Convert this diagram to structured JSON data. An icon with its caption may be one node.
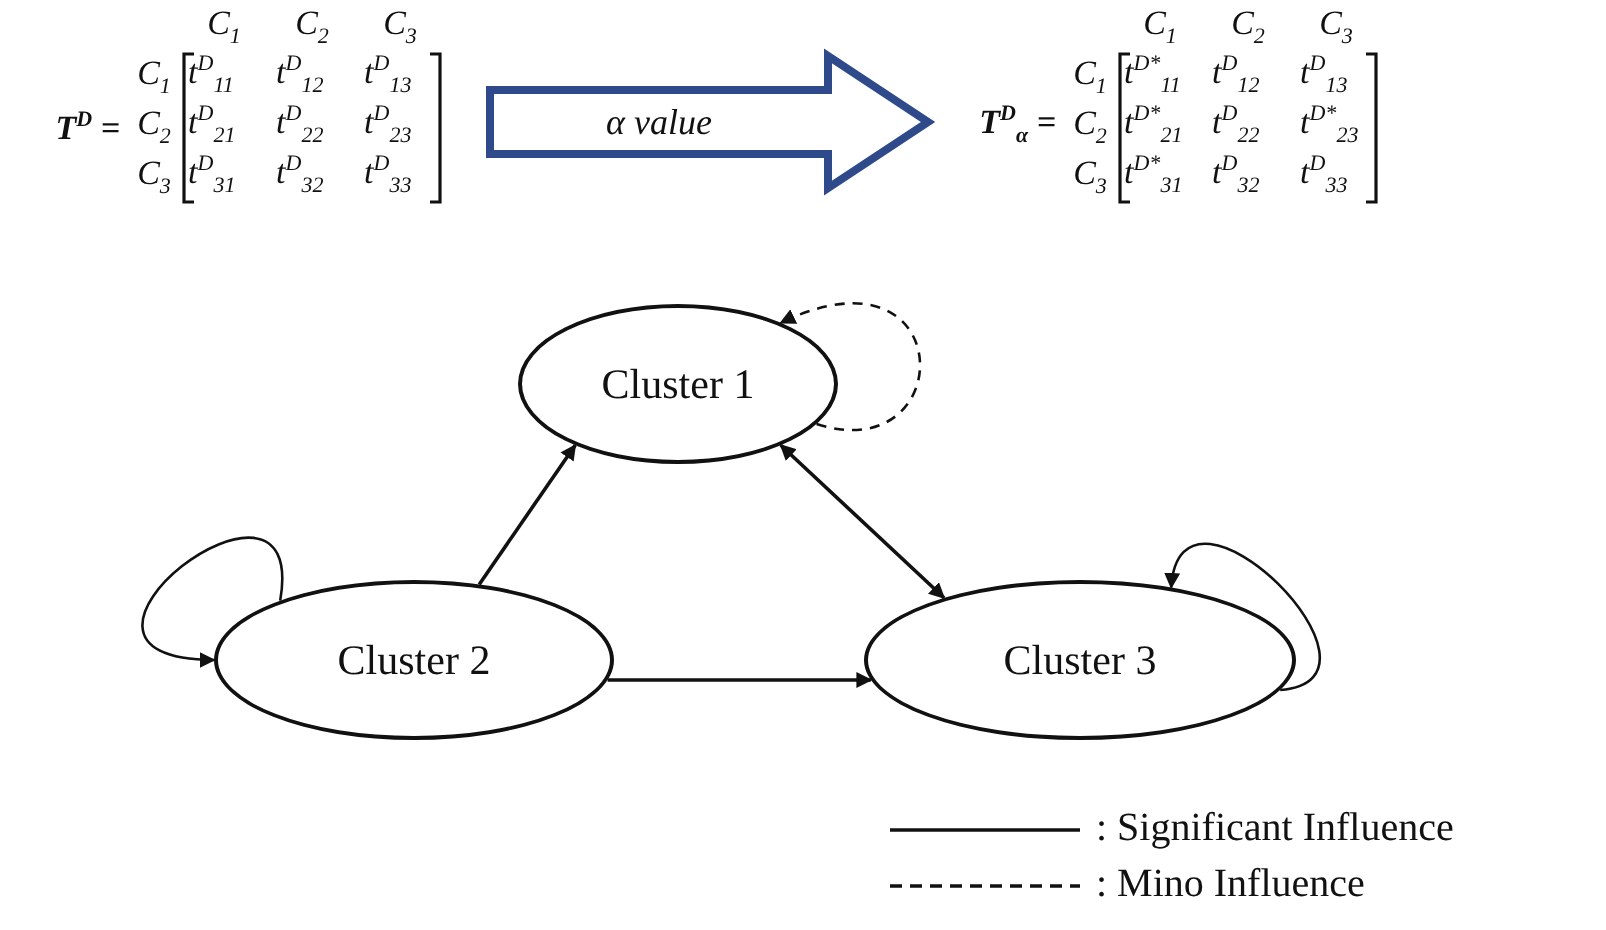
{
  "diagram": {
    "nodes": [
      {
        "text": [
          "T$^{D}$ =",
          "C$_{1}$",
          "C$_{2}$",
          "C$_{3}$",
          "C$_{1}$",
          "C$_{2}$",
          "C$_{3}$",
          "t$^{D}$$_{11}$",
          "t$^{D}$$_{12}$",
          "t$^{D}$$_{13}$",
          "t$^{D}$$_{21}$",
          "t$^{D}$$_{22}$",
          "t$^{D}$$_{23}$",
          "t$^{D}$$_{31}$",
          "t$^{D}$$_{32}$",
          "t$^{D}$$_{33}$"
        ]
      },
      {
        "text": [
          "T$^{D}$$_{α}$ =",
          "C$_{1}$",
          "C$_{2}$",
          "C$_{3}$",
          "C$_{1}$",
          "C$_{2}$",
          "C$_{3}$",
          "t$^{D*}$$_{11}$",
          "t$^{D}$$_{12}$",
          "t$^{D}$$_{13}$",
          "t$^{D*}$$_{21}$",
          "t$^{D}$$_{22}$",
          "t$^{D*}$$_{23}$",
          "t$^{D*}$$_{31}$",
          "t$^{D}$$_{32}$",
          "t$^{D}$$_{33}$"
        ]
      },
      {
        "text": [
          "Cluster 1"
        ]
      },
      {
        "text": [
          "Cluster 2"
        ]
      },
      {
        "text": [
          "Cluster 3"
        ]
      }
    ],
    "edges": [
      {
        "from": 0,
        "to": 1,
        "arrow": "to",
        "label": "α value",
        "style": "thick",
        "color": "#2e4a8b"
      },
      {
        "from": 2,
        "to": 2,
        "arrow": "to",
        "style": "dashed"
      },
      {
        "from": 3,
        "to": 2,
        "arrow": "to"
      },
      {
        "from": 2,
        "to": 4,
        "arrow": "both"
      },
      {
        "from": 3,
        "to": 3,
        "arrow": "to"
      },
      {
        "from": 3,
        "to": 4,
        "arrow": "to"
      },
      {
        "from": 4,
        "to": 4,
        "arrow": "to"
      }
    ],
    "legend": [
      {
        "text": ": Significant Influence"
      },
      {
        "text": ": Mino Influence"
      }
    ]
  }
}
